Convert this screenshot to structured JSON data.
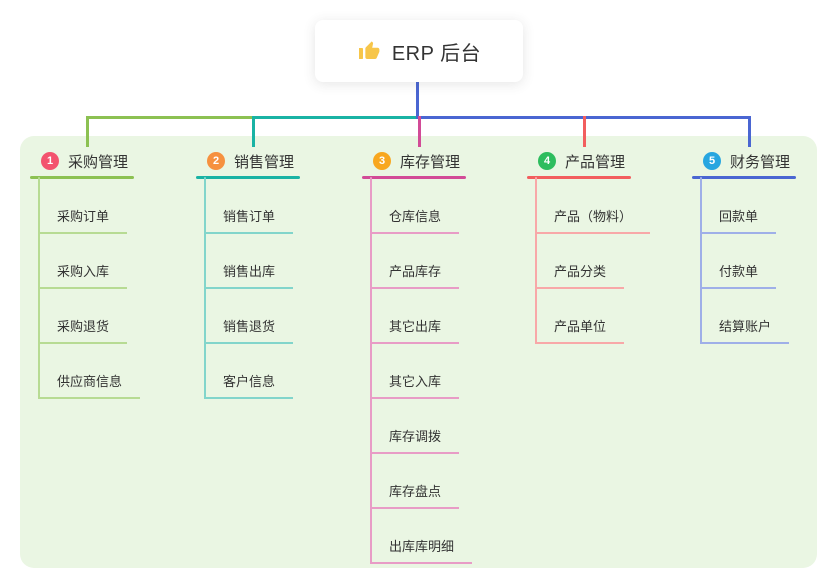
{
  "root": {
    "title": "ERP 后台",
    "icon": "thumbs-up-icon",
    "icon_color": "#f7c64a",
    "connector_color": "#4a66d2"
  },
  "canvas": {
    "panel_color": "#eaf6e3",
    "background_color": "#ffffff",
    "text_color": "#333333"
  },
  "branches": [
    {
      "number": "1",
      "title": "采购管理",
      "badge_color": "#f3536e",
      "line_color": "#8cc152",
      "line_color_light": "#b7db93",
      "items": [
        "采购订单",
        "采购入库",
        "采购退货",
        "供应商信息"
      ]
    },
    {
      "number": "2",
      "title": "销售管理",
      "badge_color": "#f6913f",
      "line_color": "#19b3a4",
      "line_color_light": "#82d5cb",
      "items": [
        "销售订单",
        "销售出库",
        "销售退货",
        "客户信息"
      ]
    },
    {
      "number": "3",
      "title": "库存管理",
      "badge_color": "#f8a71f",
      "line_color": "#d24b97",
      "line_color_light": "#e89cc6",
      "items": [
        "仓库信息",
        "产品库存",
        "其它出库",
        "其它入库",
        "库存调拨",
        "库存盘点",
        "出库库明细"
      ]
    },
    {
      "number": "4",
      "title": "产品管理",
      "badge_color": "#2dbd5e",
      "line_color": "#f25e5e",
      "line_color_light": "#f8a8a8",
      "items": [
        "产品（物料）",
        "产品分类",
        "产品单位"
      ]
    },
    {
      "number": "5",
      "title": "财务管理",
      "badge_color": "#27a6e0",
      "line_color": "#4a66d2",
      "line_color_light": "#9fafe8",
      "items": [
        "回款单",
        "付款单",
        "结算账户"
      ]
    }
  ]
}
